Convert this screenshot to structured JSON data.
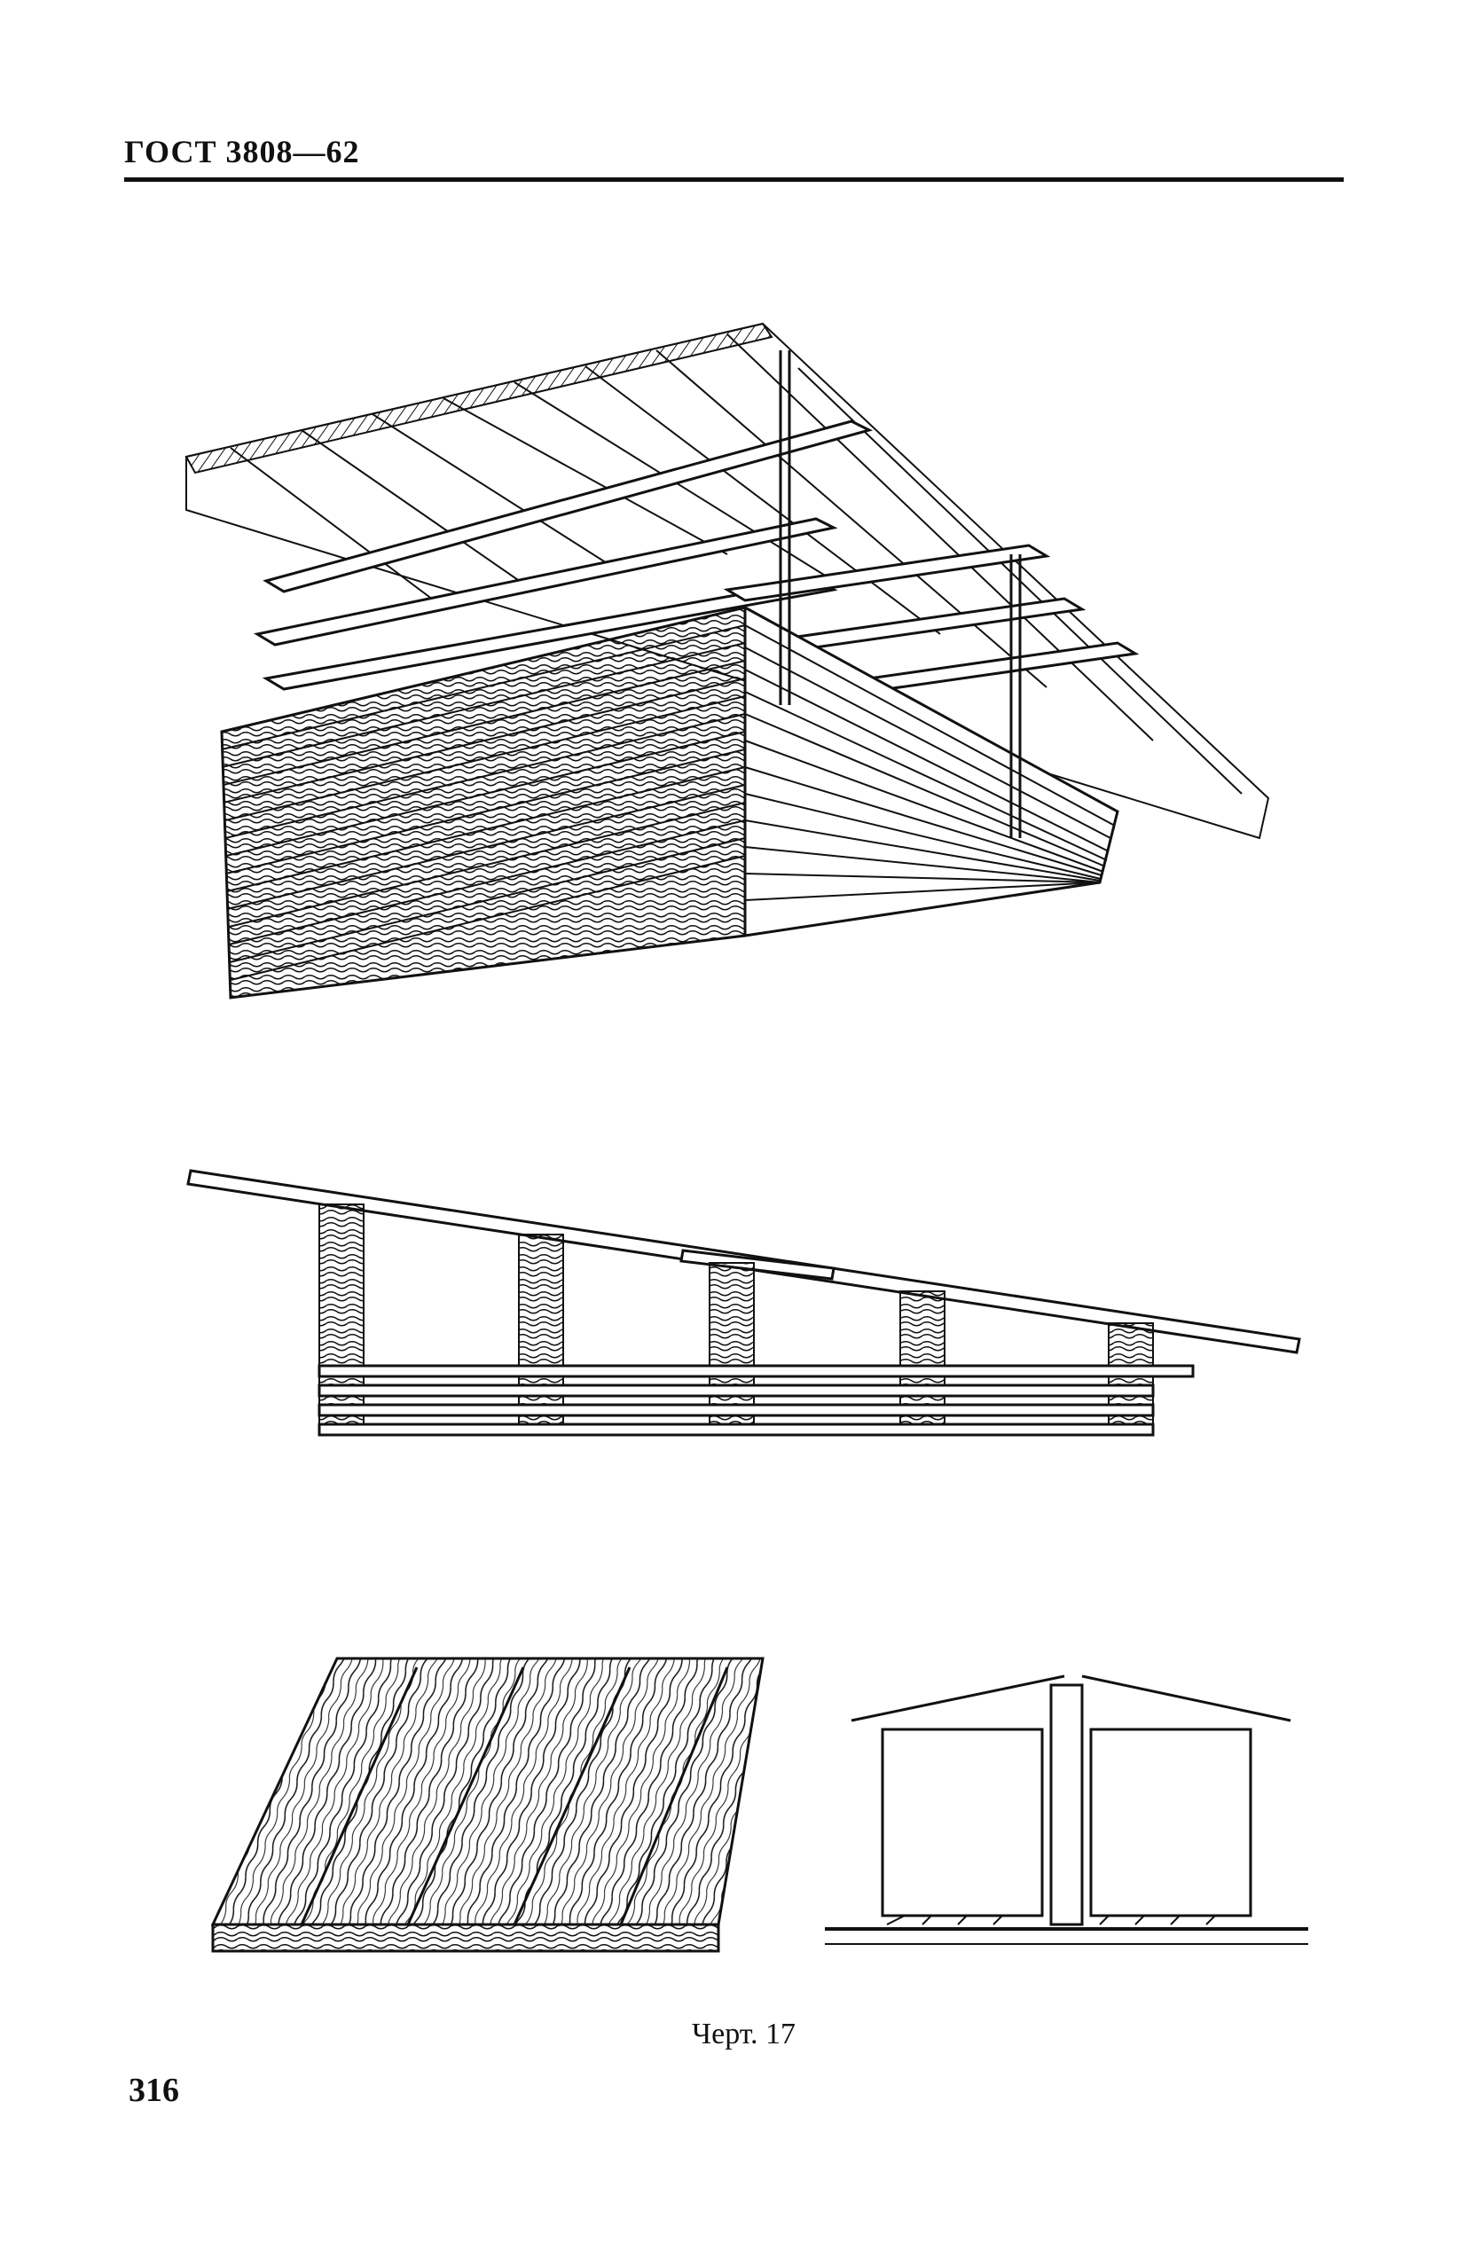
{
  "header": {
    "title": "ГОСТ 3808—62"
  },
  "figure": {
    "caption": "Черт. 17"
  },
  "footer": {
    "page_number": "316"
  }
}
